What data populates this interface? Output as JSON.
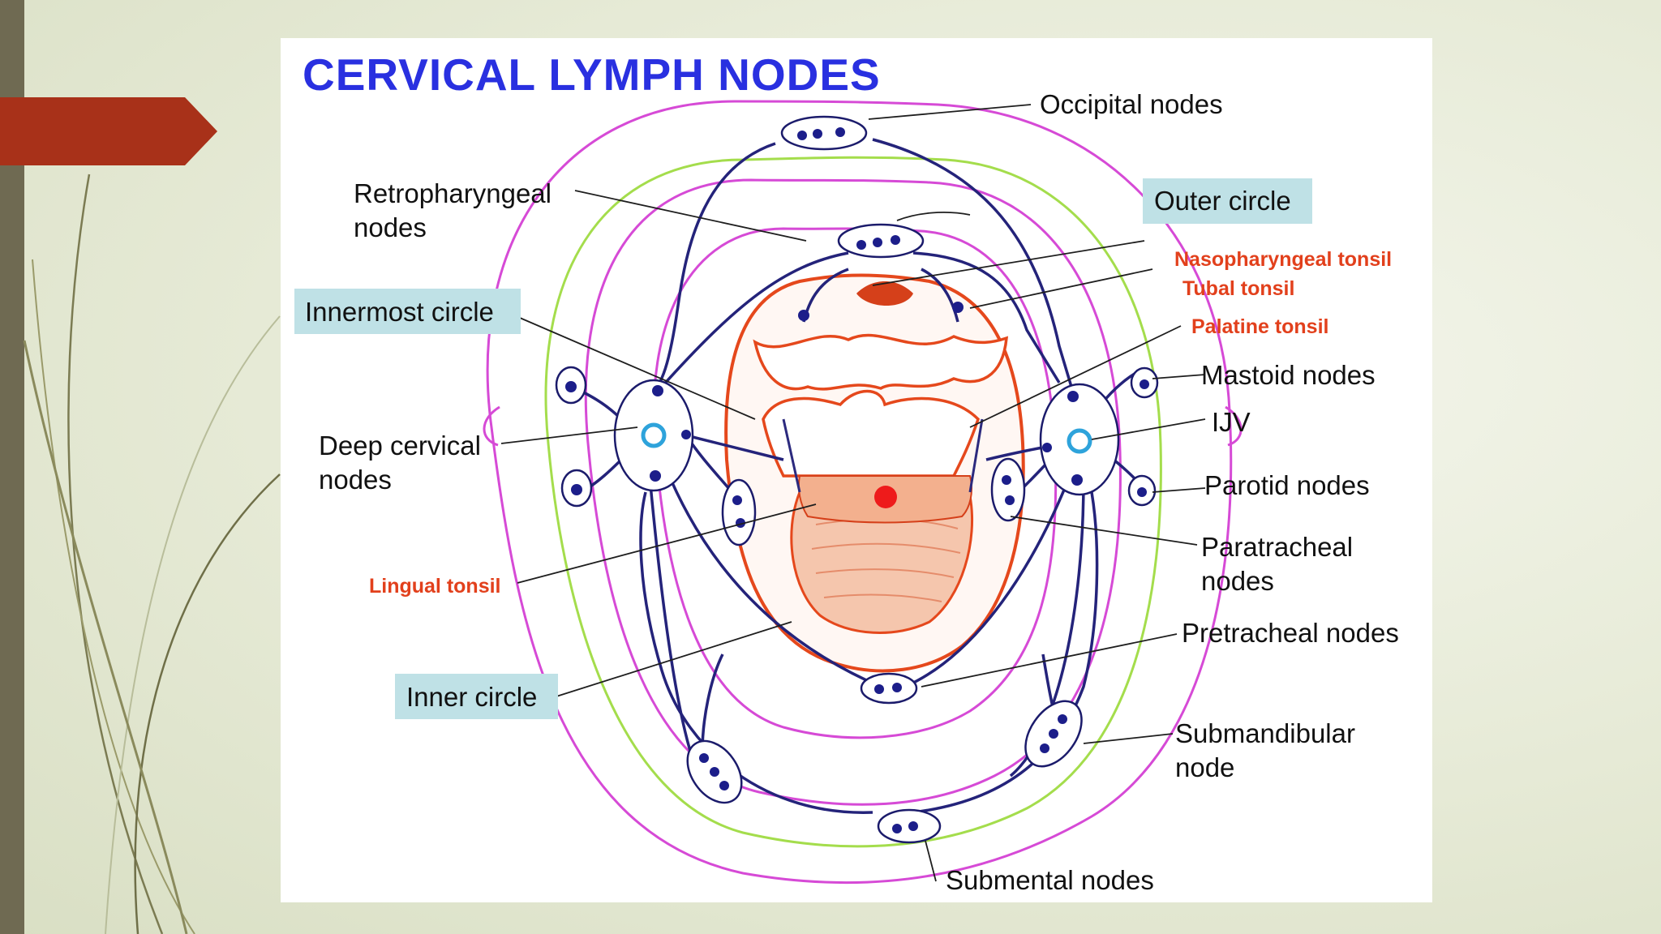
{
  "slide": {
    "accent_color": "#a83119",
    "side_bar_color": "#6f6a52",
    "background_color": "#e6ead6"
  },
  "diagram": {
    "title": "CERVICAL LYMPH NODES",
    "title_color": "#2930e0",
    "highlight_box_color": "#bfe1e6",
    "tonsil_label_color": "#e2401c",
    "labels": {
      "occipital": "Occipital nodes",
      "retropharyngeal_1": "Retropharyngeal",
      "retropharyngeal_2": "nodes",
      "outer_circle": "Outer circle",
      "nasopharyngeal_tonsil": "Nasopharyngeal tonsil",
      "tubal_tonsil": "Tubal tonsil",
      "palatine_tonsil": "Palatine tonsil",
      "innermost_circle": "Innermost circle",
      "mastoid": "Mastoid nodes",
      "ijv": "IJV",
      "deep_cervical_1": "Deep cervical",
      "deep_cervical_2": "nodes",
      "parotid": "Parotid nodes",
      "paratracheal_1": "Paratracheal",
      "paratracheal_2": "nodes",
      "lingual_tonsil": "Lingual tonsil",
      "pretracheal": "Pretracheal nodes",
      "inner_circle": "Inner circle",
      "submandibular_1": "Submandibular",
      "submandibular_2": "node",
      "submental": "Submental nodes"
    }
  }
}
